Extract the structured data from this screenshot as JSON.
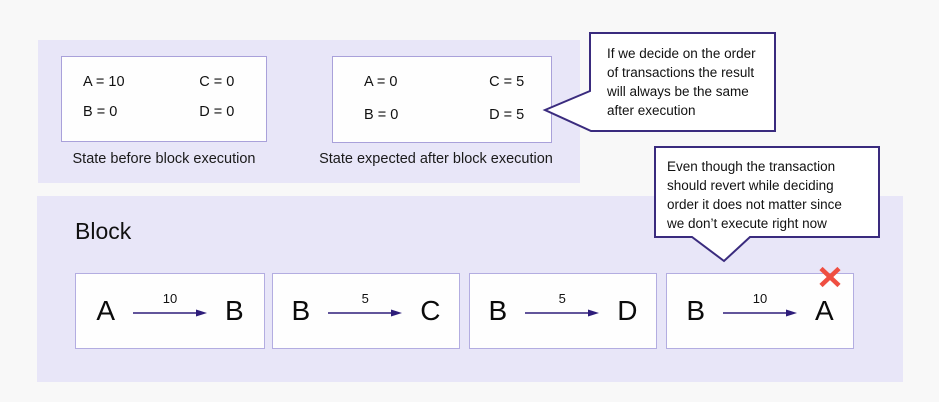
{
  "colors": {
    "page_bg": "#f8f8f8",
    "panel_bg": "#e8e6f8",
    "state_box_border": "#a9a1da",
    "tx_box_border": "#b3ade1",
    "callout_border": "#3a2b7e",
    "arrow": "#2e1d7a",
    "revert_x": "#ef4e41"
  },
  "state_section": {
    "before": {
      "label": "State before block execution",
      "values": [
        "A = 10",
        "C = 0",
        "B = 0",
        "D = 0"
      ]
    },
    "after": {
      "label": "State expected after block execution",
      "values": [
        "A = 0",
        "C = 5",
        "B = 0",
        "D = 5"
      ]
    }
  },
  "callouts": {
    "order": "If we decide on the order\nof transactions the result\nwill always be the same\nafter execution",
    "revert": "Even though the transaction\nshould revert while deciding\norder it does not matter since\nwe don’t execute right now"
  },
  "block": {
    "title": "Block",
    "transactions": [
      {
        "from": "A",
        "amount": "10",
        "to": "B"
      },
      {
        "from": "B",
        "amount": "5",
        "to": "C"
      },
      {
        "from": "B",
        "amount": "5",
        "to": "D"
      },
      {
        "from": "B",
        "amount": "10",
        "to": "A",
        "status": "reverted"
      }
    ]
  }
}
